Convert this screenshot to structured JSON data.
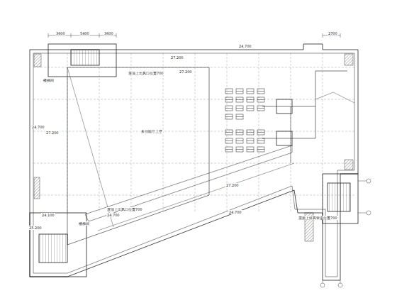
{
  "diagram": {
    "labels": [
      "3600",
      "5400",
      "3600",
      "2700",
      "24.700",
      "27.200",
      "24.700",
      "27.200",
      "多功能厅上空",
      "屋顶上出风口位置700",
      "27.200",
      "24.700",
      "24.100",
      "25.200",
      "24.700",
      "屋顶上出风口位置700",
      "屋面上排风管道位置700",
      "27.200",
      "楼梯间",
      "楼梯间"
    ]
  }
}
